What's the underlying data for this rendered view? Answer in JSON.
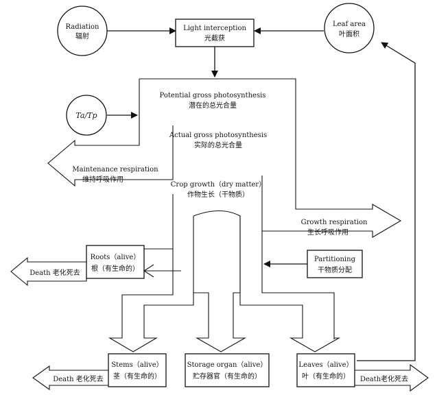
{
  "nodes": {
    "radiation": {
      "en": "Radiation",
      "zh": "辐射"
    },
    "light_interception": {
      "en": "Light interception",
      "zh": "光截获"
    },
    "leaf_area": {
      "en": "Leaf area",
      "zh": "叶面积"
    },
    "temperature_ratio": {
      "label": "Ta/Tp"
    },
    "potential_photosynthesis": {
      "en": "Potential gross photosynthesis",
      "zh": "潜在的总光合量"
    },
    "actual_photosynthesis": {
      "en": "Actual gross photosynthesis",
      "zh": "实际的总光合量"
    },
    "maintenance_respiration": {
      "en": "Maintenance respiration",
      "zh": "维持呼吸作用"
    },
    "crop_growth": {
      "en": "Crop growth（dry matter）",
      "zh": "作物生长（干物质）"
    },
    "growth_respiration": {
      "en": "Growth respiration",
      "zh": "生长呼吸作用"
    },
    "partitioning": {
      "en": "Partitioning",
      "zh": "干物质分配"
    },
    "roots": {
      "en": "Roots（alive）",
      "zh": "根（有生命的）"
    },
    "stems": {
      "en": "Stems（alive）",
      "zh": "茎（有生命的）"
    },
    "storage_organ": {
      "en": "Storage organ（alive）",
      "zh": "贮存器官（有生命的）"
    },
    "leaves": {
      "en": "Leaves（alive）",
      "zh": "叶（有生命的）"
    },
    "death_roots": {
      "label": "Death 老化死去"
    },
    "death_stems": {
      "label": "Death 老化死去"
    },
    "death_leaves": {
      "label": "Death老化死去"
    }
  }
}
